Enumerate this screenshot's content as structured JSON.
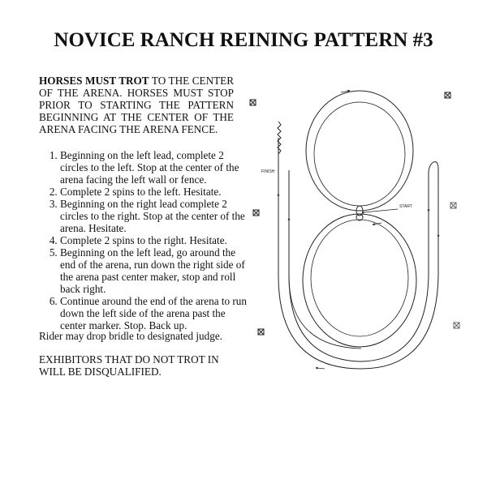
{
  "title": "NOVICE RANCH REINING PATTERN #3",
  "intro": {
    "bold_part": "HORSES MUST TROT",
    "rest": " TO THE CENTER OF THE ARENA. HORSES MUST STOP PRIOR TO STARTING THE PATTERN BEGINNING AT THE CENTER OF THE ARENA FACING THE ARENA FENCE."
  },
  "steps": [
    "Beginning on the left lead, complete 2 circles to the left. Stop at the center of the arena facing the left wall or fence.",
    "Complete 2 spins to the left. Hesitate.",
    "Beginning on the right lead complete 2 circles to the right. Stop at the center of the arena. Hesitate.",
    "Complete 2 spins to the right. Hesitate.",
    "Beginning on the left lead, go around the end of the arena, run down the right side of the arena past center maker, stop and roll back right.",
    "Continue around the end of the arena to run down the left side of the arena past the center marker. Stop. Back up."
  ],
  "note": "Rider may drop bridle to designated judge.",
  "warning": "EXHIBITORS THAT DO NOT TROT IN WILL BE DISQUALIFIED.",
  "diagram": {
    "finish_label": "FINISH",
    "start_label": "START",
    "marker_icon": "arena-marker-icon"
  }
}
